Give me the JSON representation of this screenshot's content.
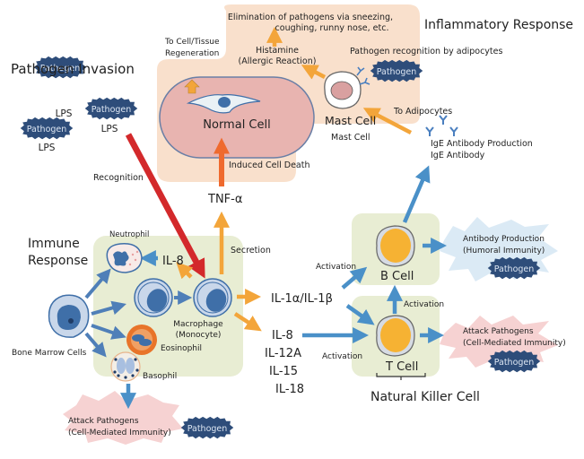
{
  "titles": {
    "pathogen_invasion": "Pathogen Invasion",
    "inflammatory_response": "Inflammatory Response",
    "immune_response_line1": "Immune",
    "immune_response_line2": "Response",
    "natural_killer_cell": "Natural Killer Cell"
  },
  "pathogen_label": "Pathogen",
  "lps_label": "LPS",
  "labels": {
    "recognition": "Recognition",
    "tnf_alpha": "TNF-α",
    "secretion": "Secretion",
    "induced_cell_death": "Induced Cell Death",
    "normal_cell": "Normal Cell",
    "to_cell_tissue_line1": "To Cell/Tissue",
    "to_cell_tissue_line2": "Regeneration",
    "elimination_line1": "Elimination of pathogens via sneezing,",
    "elimination_line2": "coughing, runny nose, etc.",
    "histamine_line1": "Histamine",
    "histamine_line2": "(Allergic Reaction)",
    "pathogen_recognition": "Pathogen recognition by adipocytes",
    "mast_cell": "Mast Cell",
    "mast_cell_sub": "Mast Cell",
    "to_adipocytes": "To Adipocytes",
    "ige_production": "IgE Antibody Production",
    "ige_antibody": "IgE Antibody",
    "neutrophil": "Neutrophil",
    "il8_top": "IL-8",
    "macrophage_line1": "Macrophage",
    "macrophage_line2": "(Monocyte)",
    "eosinophil": "Eosinophil",
    "basophil": "Basophil",
    "bone_marrow": "Bone Marrow Cells",
    "il1": "IL-1α/IL-1β",
    "il8": "IL-8",
    "il12a": "IL-12A",
    "il15": "IL-15",
    "il18": "IL-18",
    "activation_b": "Activation",
    "activation_t": "Activation",
    "activation_bt": "Activation",
    "b_cell": "B Cell",
    "t_cell": "T Cell",
    "antibody_line1": "Antibody Production",
    "antibody_line2": "(Humoral Immunity)",
    "attack_right_line1": "Attack Pathogens",
    "attack_right_line2": "(Cell-Mediated Immunity)",
    "attack_left_line1": "Attack Pathogens",
    "attack_left_line2": "(Cell-Mediated Immunity)"
  },
  "colors": {
    "pathogen": "#2e4d7a",
    "inflammatory_bg": "#f9e0cc",
    "immune_bg": "#e8edd3",
    "normal_cell": "#e8b4b0",
    "red_arrow": "#d3292b",
    "orange_arrow": "#f3a53a",
    "blue_arrow": "#4a90c8",
    "cell_blue": "#3f6fa8",
    "cell_yellow": "#f6b233"
  }
}
